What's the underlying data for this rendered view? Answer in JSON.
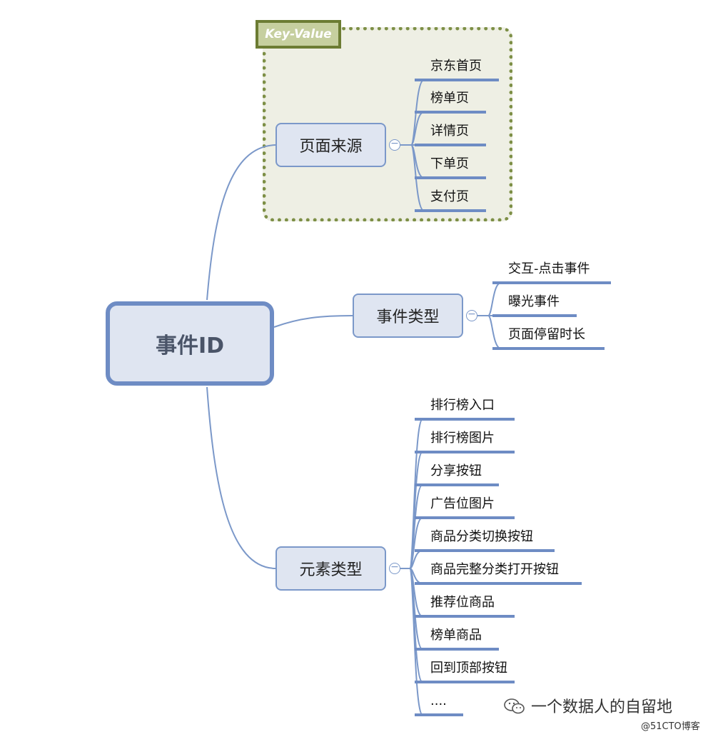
{
  "root": {
    "label": "事件ID"
  },
  "frame": {
    "label": "Key-Value"
  },
  "branches": [
    {
      "label": "页面来源",
      "leaves": [
        "京东首页",
        "榜单页",
        "详情页",
        "下单页",
        "支付页"
      ]
    },
    {
      "label": "事件类型",
      "leaves": [
        "交互-点击事件",
        "曝光事件",
        "页面停留时长"
      ]
    },
    {
      "label": "元素类型",
      "leaves": [
        "排行榜入口",
        "排行榜图片",
        "分享按钮",
        "广告位图片",
        "商品分类切换按钮",
        "商品完整分类打开按钮",
        "推荐位商品",
        "榜单商品",
        "回到顶部按钮",
        "...."
      ]
    }
  ],
  "collapse_symbol": "−",
  "watermark": {
    "icon": "wechat-icon",
    "text": "一个数据人的自留地"
  },
  "credit": "@51CTO博客",
  "colors": {
    "topic_fill": "#dfe5f1",
    "topic_border": "#7b98c9",
    "connector": "#7b98c9",
    "frame_fill": "#eeefe4",
    "frame_border": "#7d8f46"
  }
}
